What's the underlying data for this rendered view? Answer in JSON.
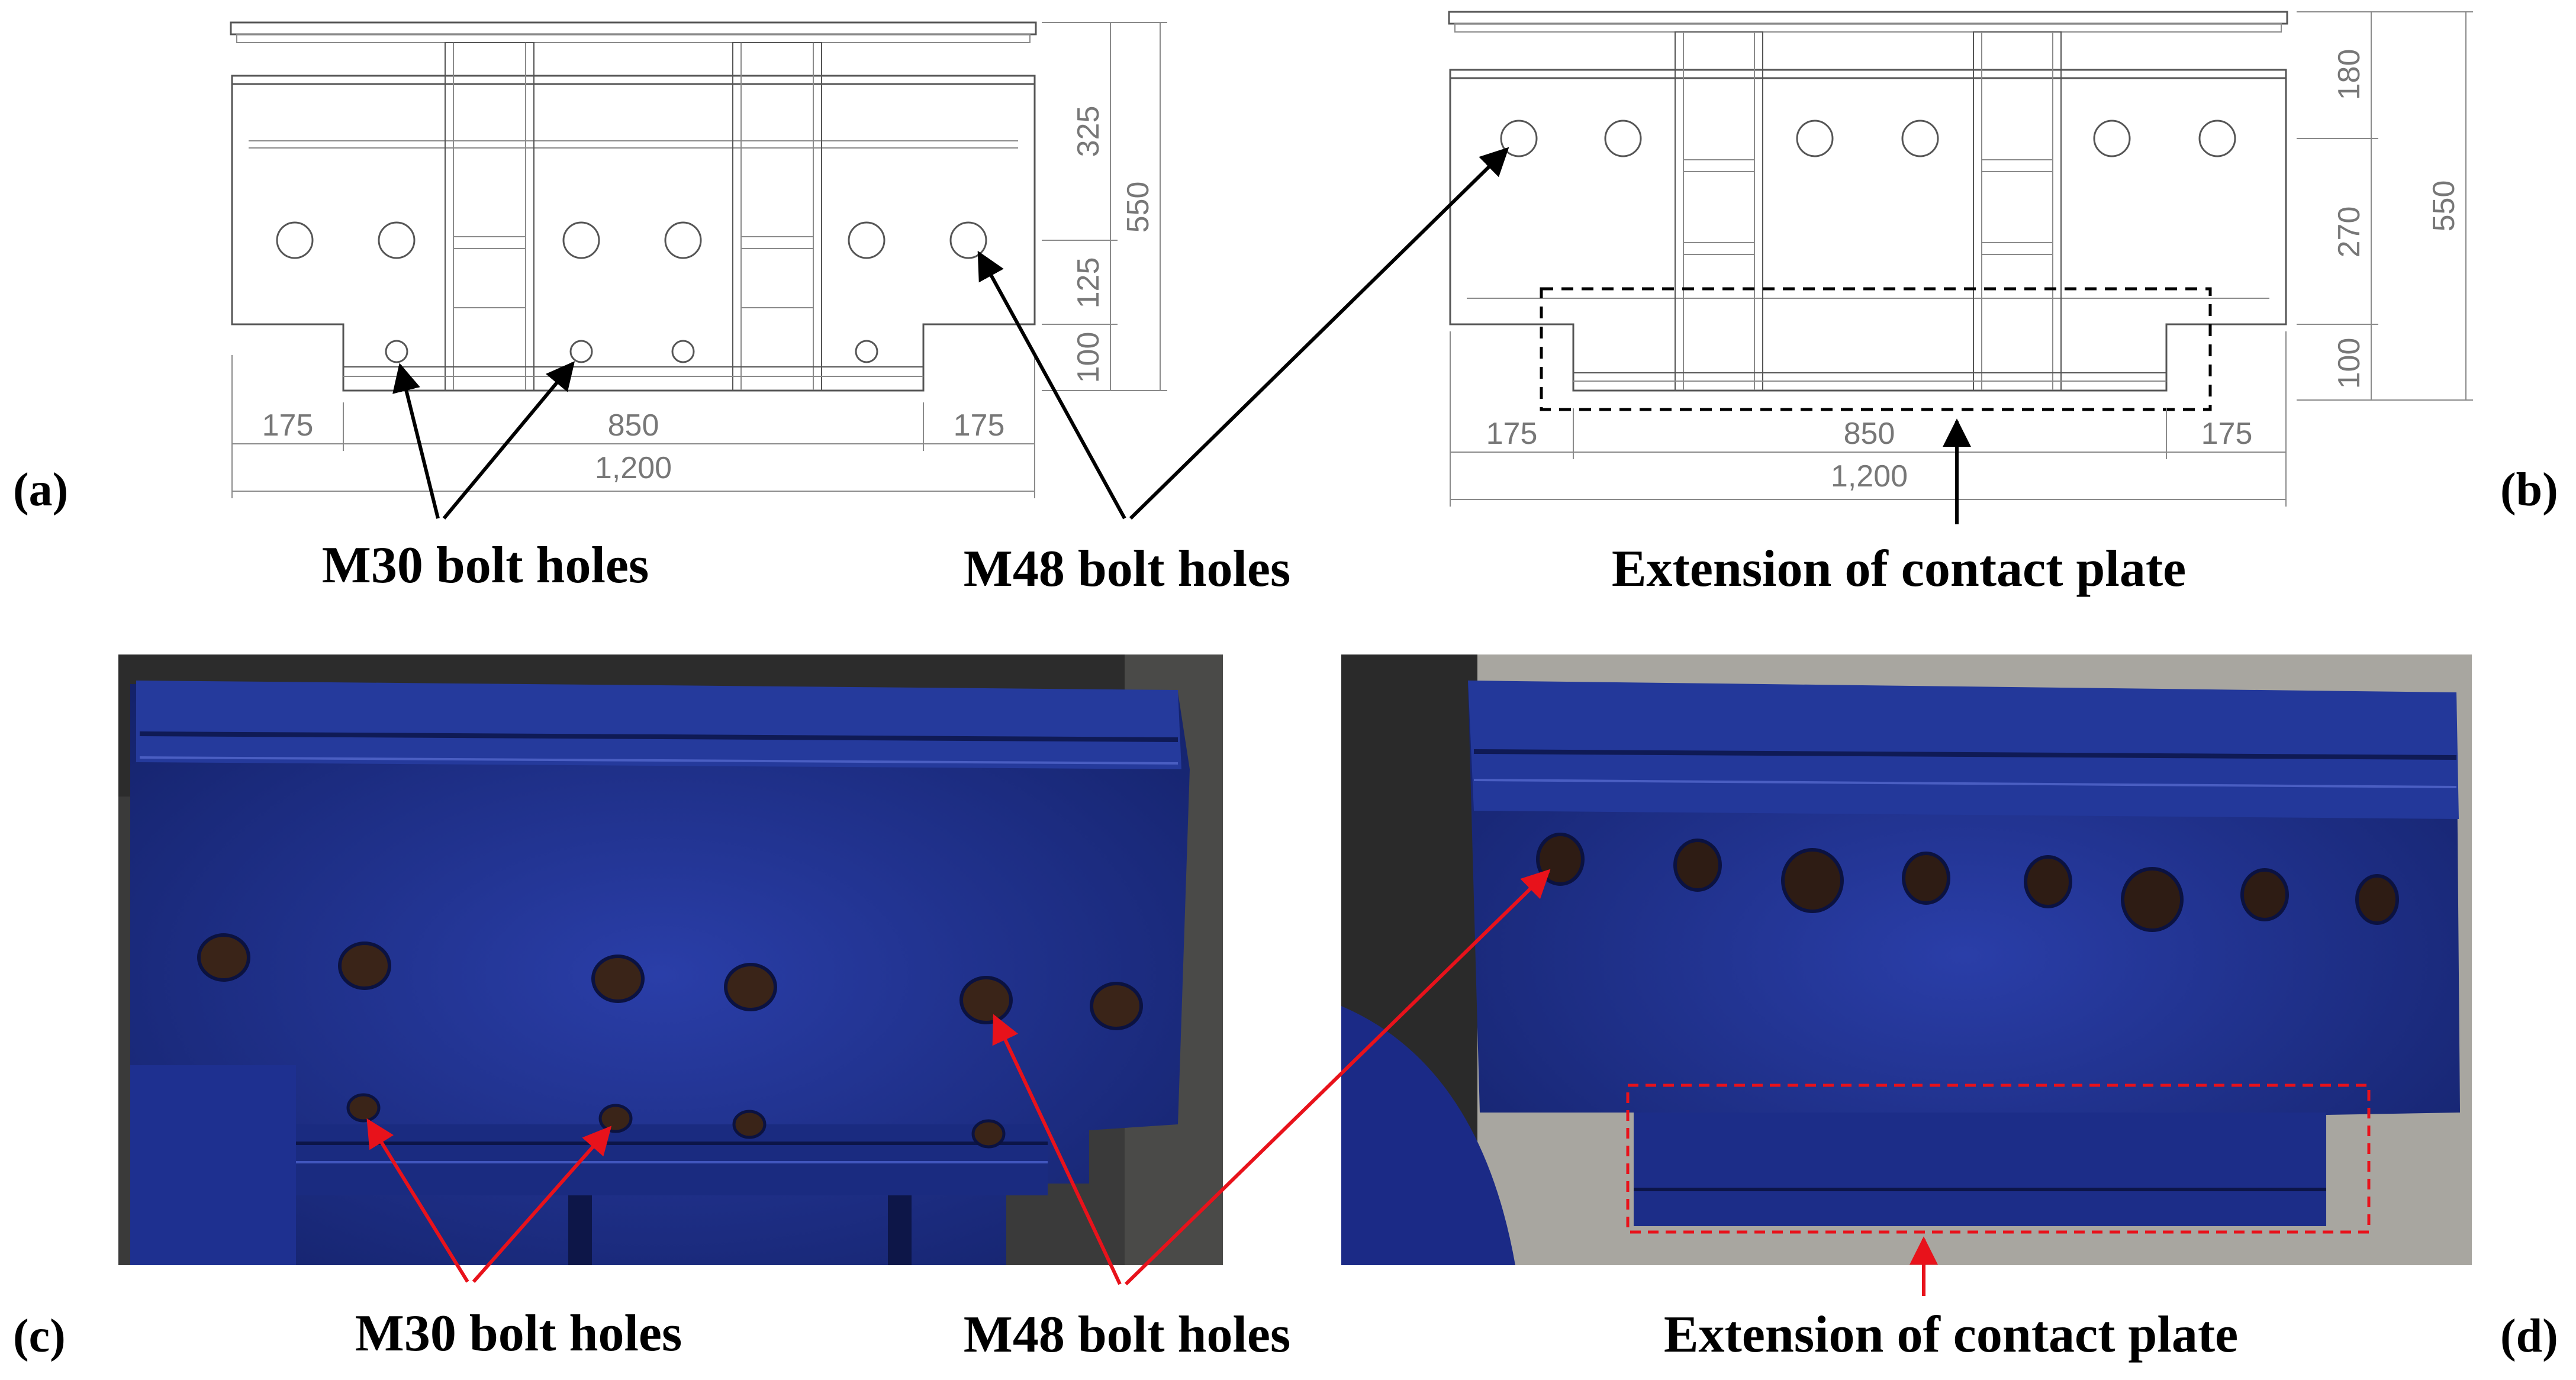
{
  "panels": {
    "a": {
      "tag": "(a)",
      "dims": {
        "seg_left": "175",
        "seg_mid": "850",
        "seg_right": "175",
        "total": "1,200",
        "h_top": "325",
        "h_mid": "125",
        "h_bot": "100",
        "h_total": "550"
      }
    },
    "b": {
      "tag": "(b)",
      "dims": {
        "seg_left": "175",
        "seg_mid": "850",
        "seg_right": "175",
        "total": "1,200",
        "h_top": "180",
        "h_mid": "270",
        "h_bot": "100",
        "h_total": "550"
      }
    },
    "c": {
      "tag": "(c)"
    },
    "d": {
      "tag": "(d)"
    }
  },
  "labels": {
    "top_m30": "M30 bolt holes",
    "top_m48": "M48 bolt holes",
    "top_ext": "Extension of contact plate",
    "bot_m30": "M30 bolt holes",
    "bot_m48": "M48 bolt holes",
    "bot_ext": "Extension of contact plate"
  },
  "colors": {
    "annotation_black": "#000000",
    "annotation_red": "#e8121b",
    "steel_blue": "#1c2f8a",
    "dim_line_gray": "#8a8a8a"
  }
}
